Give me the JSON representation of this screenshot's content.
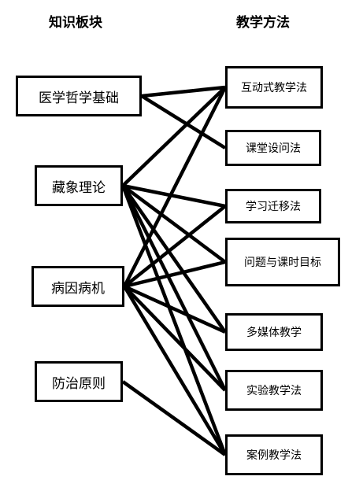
{
  "headers": {
    "knowledge": "知识板块",
    "methods": "教学方法"
  },
  "knowledge_modules": [
    {
      "id": "k1",
      "label": "医学哲学基础"
    },
    {
      "id": "k2",
      "label": "藏象理论"
    },
    {
      "id": "k3",
      "label": "病因病机"
    },
    {
      "id": "k4",
      "label": "防治原则"
    }
  ],
  "teaching_methods": [
    {
      "id": "m1",
      "label": "互动式教学法"
    },
    {
      "id": "m2",
      "label": "课堂设问法"
    },
    {
      "id": "m3",
      "label": "学习迁移法"
    },
    {
      "id": "m4",
      "label": "问题与课时目标"
    },
    {
      "id": "m5",
      "label": "多媒体教学"
    },
    {
      "id": "m6",
      "label": "实验教学法"
    },
    {
      "id": "m7",
      "label": "案例教学法"
    }
  ],
  "links": [
    [
      "k1",
      "m1"
    ],
    [
      "k1",
      "m2"
    ],
    [
      "k2",
      "m1"
    ],
    [
      "k2",
      "m3"
    ],
    [
      "k2",
      "m4"
    ],
    [
      "k2",
      "m5"
    ],
    [
      "k2",
      "m6"
    ],
    [
      "k2",
      "m7"
    ],
    [
      "k3",
      "m1"
    ],
    [
      "k3",
      "m3"
    ],
    [
      "k3",
      "m4"
    ],
    [
      "k3",
      "m5"
    ],
    [
      "k3",
      "m6"
    ],
    [
      "k3",
      "m7"
    ],
    [
      "k4",
      "m7"
    ]
  ],
  "colors": {
    "line": "#000000",
    "box_border": "#000000",
    "background": "#ffffff"
  }
}
